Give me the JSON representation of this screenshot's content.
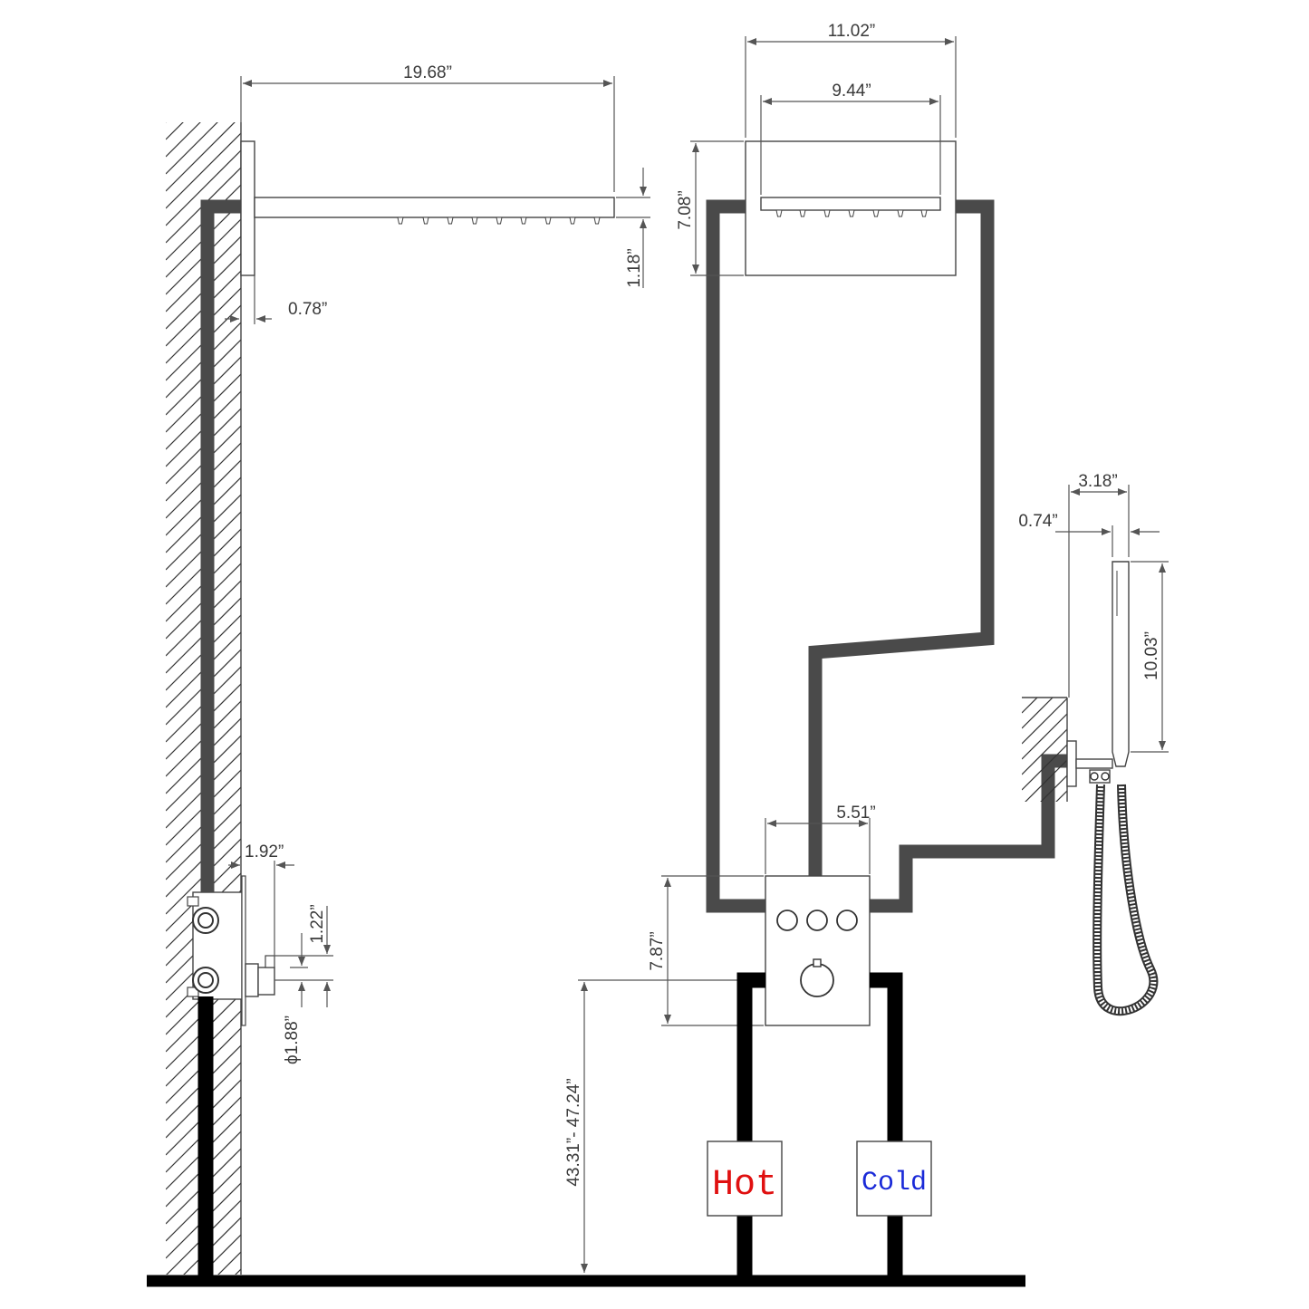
{
  "dimensions": {
    "arm_length": "19.68”",
    "arm_thickness": "1.18”",
    "flange_depth": "0.78”",
    "valve_depth": "1.92”",
    "outlet_offset": "1.22”",
    "outlet_diameter": "ϕ1.88”",
    "valve_height_range": "43.31”- 47.24”",
    "head_outer_width": "11.02”",
    "head_inner_width": "9.44”",
    "head_height": "7.08”",
    "plate_width": "5.51”",
    "plate_height": "7.87”",
    "handheld_width": "3.18”",
    "handheld_offset": "0.74”",
    "handheld_length": "10.03”"
  },
  "labels": {
    "hot": "Hot",
    "cold": "Cold"
  },
  "colors": {
    "hot": "#e01010",
    "cold": "#1a2ad8",
    "pipe_upper": "#4a4a4a",
    "pipe_supply": "#000000"
  }
}
